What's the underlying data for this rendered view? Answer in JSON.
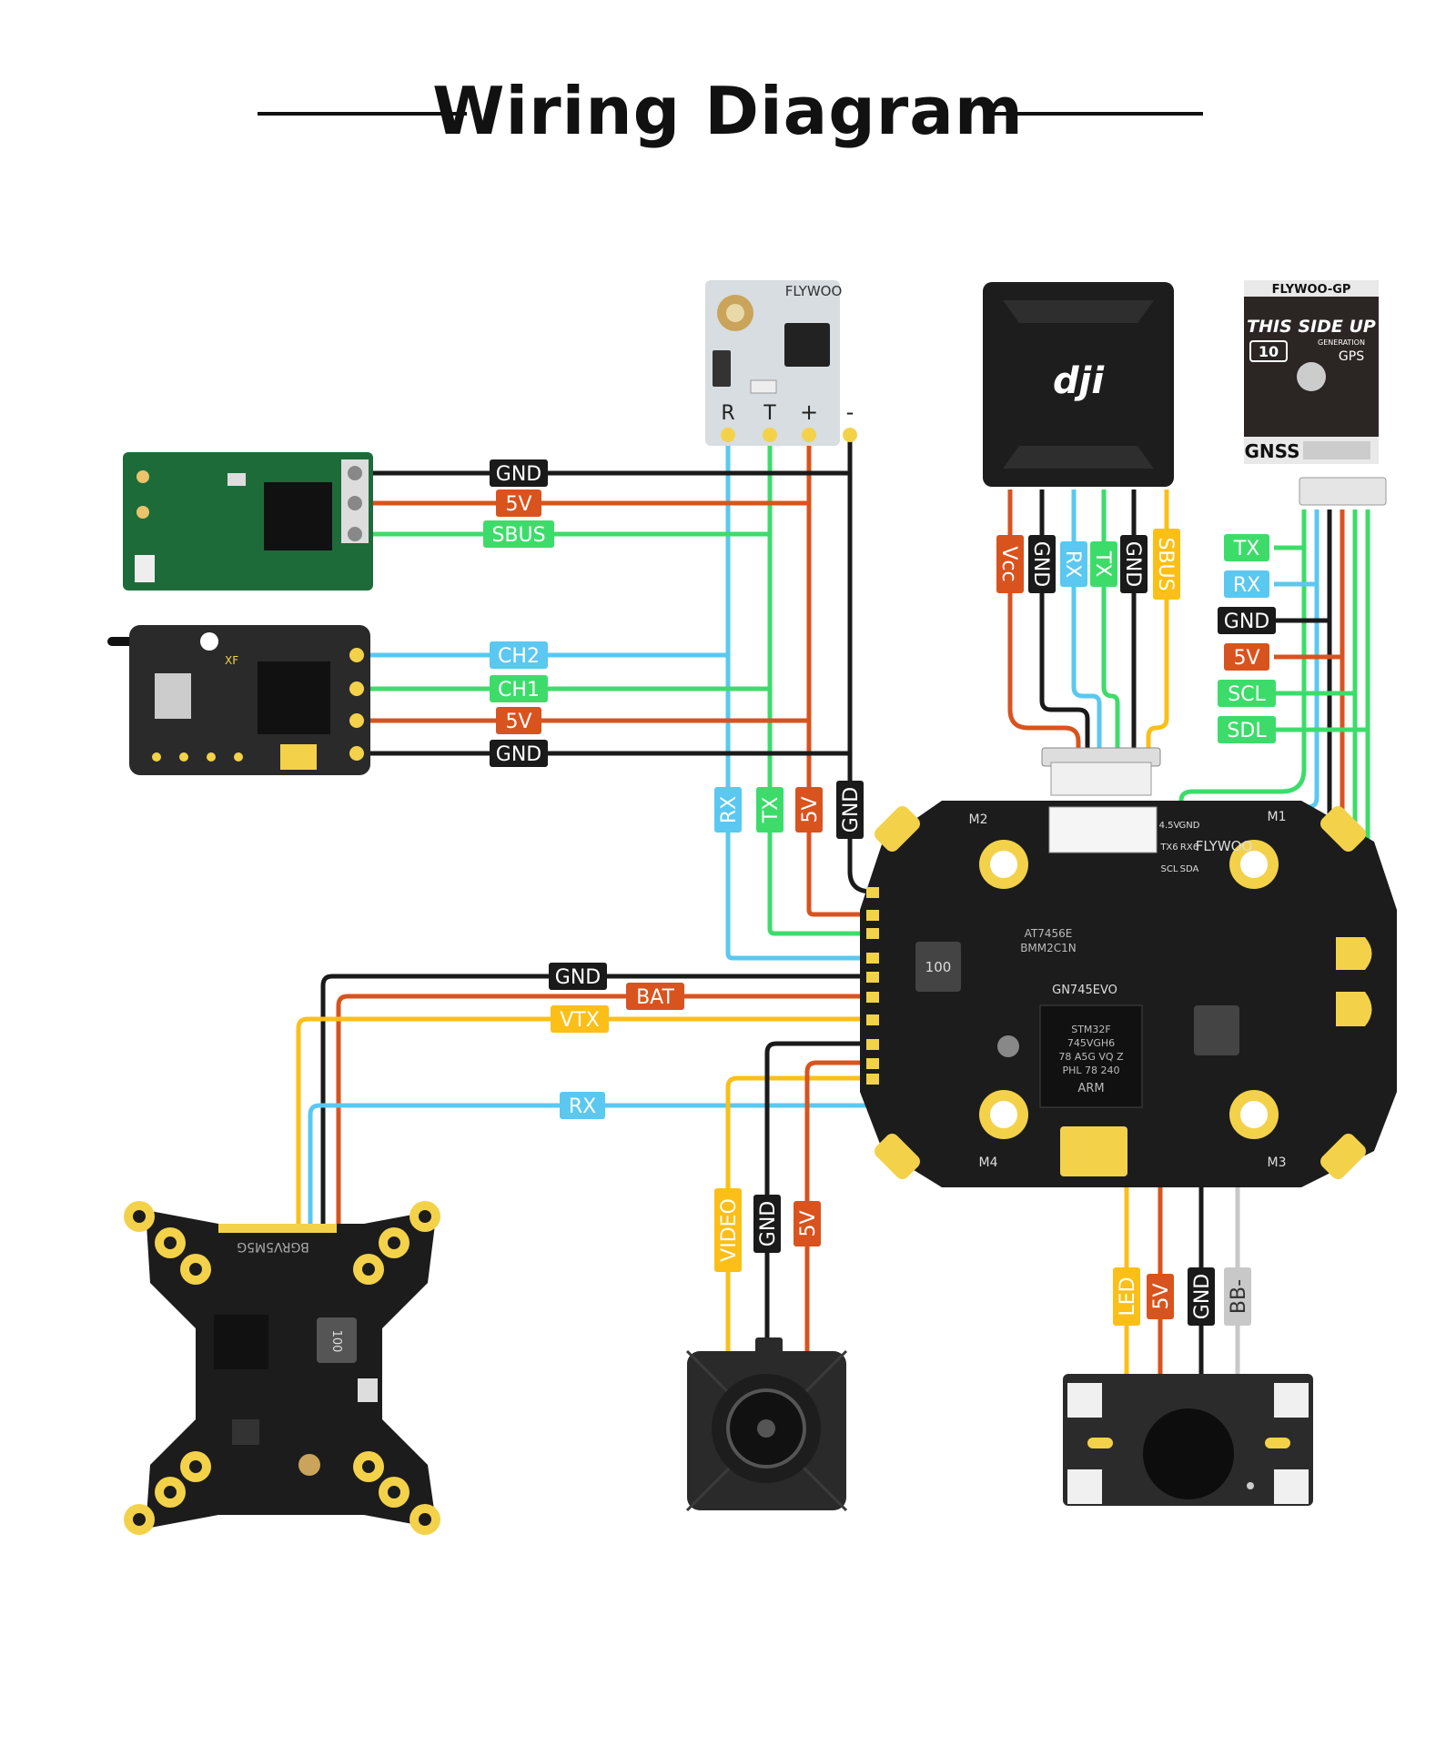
{
  "title": "Wiring Diagram",
  "colors": {
    "black": "#1a1a1a",
    "red": "#d9531e",
    "green": "#3ddc6a",
    "blue": "#5ac8f0",
    "yellow": "#fbbf17",
    "gray": "#c8c8c8",
    "board": "#222222",
    "pad": "#f3d24a"
  },
  "rx_elrs": {
    "brand": "FLYWOO",
    "pins": [
      "R",
      "T",
      "+",
      "-"
    ],
    "wire_labels": {
      "rx": "RX",
      "tx": "TX",
      "v5": "5V",
      "gnd": "GND"
    }
  },
  "rx_sbus": {
    "labels": [
      "GND",
      "5V",
      "SBUS"
    ]
  },
  "rx_ppm": {
    "marking": "XF",
    "labels": [
      "CH2",
      "CH1",
      "5V",
      "GND"
    ]
  },
  "dji": {
    "logo": "dji",
    "labels": [
      "Vcc",
      "GND",
      "RX",
      "TX",
      "GND",
      "SBUS"
    ]
  },
  "gps": {
    "header": "FLYWOO-GP",
    "line1": "THIS SIDE UP",
    "size": "10",
    "gen": "GENERATION",
    "gps": "GPS",
    "gnss": "GNSS",
    "labels": [
      "TX",
      "RX",
      "GND",
      "5V",
      "SCL",
      "SDL"
    ]
  },
  "fc": {
    "chip1": "AT7456E",
    "chip2": "BMM2C1N",
    "name": "GN745EVO",
    "mcu": [
      "STM32F",
      "745VGH6",
      "78 A5G VQ Z",
      "PHL 78 240"
    ],
    "mcu_brand": "ARM",
    "inductor": "100",
    "motors": [
      "M1",
      "M2",
      "M3",
      "M4"
    ],
    "pad_labels": [
      "TX6",
      "4.5V",
      "RX6",
      "GND",
      "SCL",
      "SDA",
      "FLYWOO"
    ]
  },
  "vtx": {
    "name": "BGRV5M5G",
    "inductor": "100",
    "labels": [
      "GND",
      "BAT",
      "VTX",
      "RX"
    ]
  },
  "camera": {
    "labels": [
      "VIDEO",
      "GND",
      "5V"
    ]
  },
  "buzzer": {
    "labels": [
      "LED",
      "5V",
      "GND",
      "BB-"
    ]
  }
}
